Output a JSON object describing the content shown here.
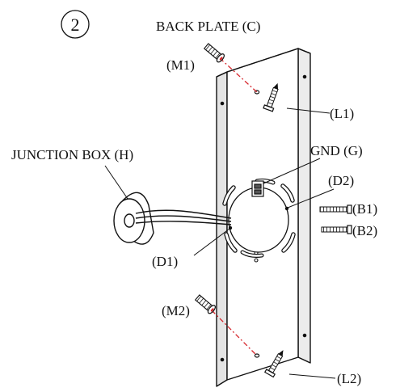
{
  "step": {
    "number": "2"
  },
  "labels": {
    "back_plate": "BACK  PLATE (C)",
    "m1": "(M1)",
    "l1": "(L1)",
    "junction_box": "JUNCTION  BOX (H)",
    "gnd": "GND (G)",
    "d2": "(D2)",
    "b1": "(B1)",
    "b2": "(B2)",
    "d1": "(D1)",
    "m2": "(M2)",
    "l2": "(L2)"
  },
  "colors": {
    "line": "#111111",
    "guide": "#d6242a",
    "fill": "#ffffff",
    "shade": "#c9c9c9"
  }
}
